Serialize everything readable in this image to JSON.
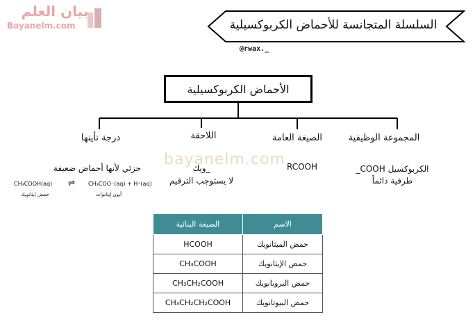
{
  "watermark_logo": {
    "arabic": "بيان العلم",
    "latin": "Bayanelm.com"
  },
  "title": "السلسلة المتجانسة للأحماض الكربوكسيلية",
  "handle": "@rwax._",
  "root": "الأحماض الكربوكسيلية",
  "branches": [
    {
      "heading": "المجموعة الوظيفية",
      "detail_line1": "الكربوكسيل COOH_",
      "detail_line2": "طرفية دائماً"
    },
    {
      "heading": "الصيغة العامة",
      "detail_line1": "RCOOH"
    },
    {
      "heading": "اللاحقة",
      "detail_line1": "_ويك",
      "detail_line2": "لا يستوجب الترقيم"
    },
    {
      "heading": "درجة تأينها",
      "detail_line1": "جزئي لأنها أحماض ضعيفة"
    }
  ],
  "center_watermark": "bayanelm.com",
  "equation": {
    "left": "CH₃COOH(aq)",
    "arrow": "⇌",
    "right": "CH₃COO⁻(aq) + H⁺(aq)",
    "left_label": "حمض إيثانويك",
    "right_label": "أيون إيثانوات"
  },
  "table": {
    "headers": {
      "name": "الاسم",
      "formula": "الصيغة البنائية"
    },
    "header_color": "#3f8c96",
    "rows": [
      {
        "name": "حمض الميثانويك",
        "formula": "HCOOH"
      },
      {
        "name": "حمض الإيثانويك",
        "formula": "CH₃COOH"
      },
      {
        "name": "حمض البروبانويك",
        "formula": "CH₃CH₂COOH"
      },
      {
        "name": "حمض البيوتانويك",
        "formula": "CH₃CH₂CH₂COOH"
      }
    ]
  }
}
